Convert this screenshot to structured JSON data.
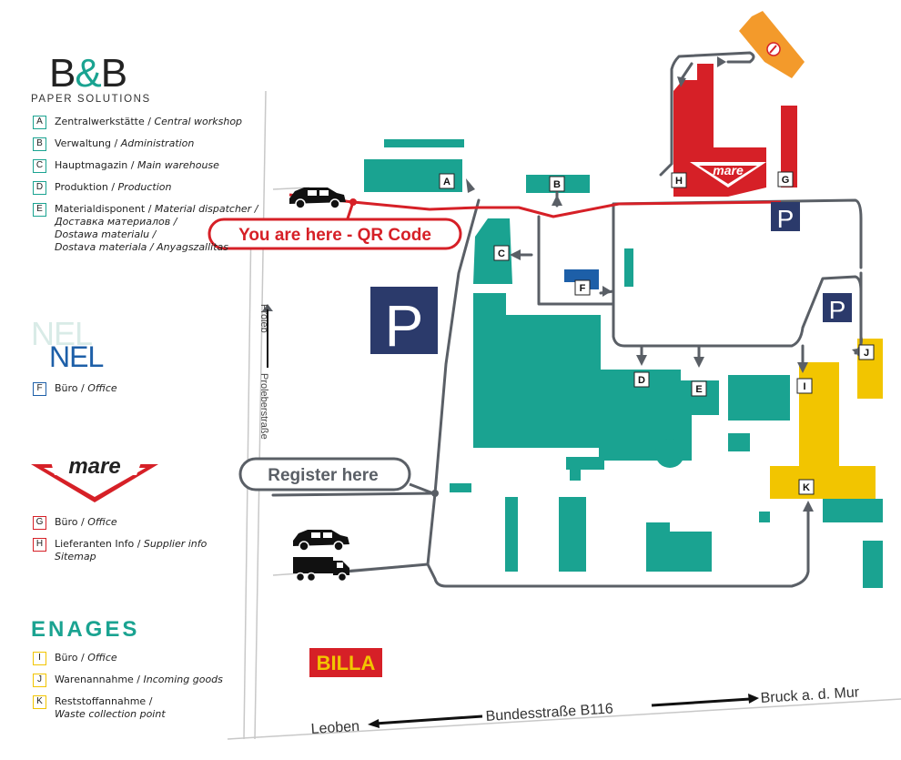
{
  "company": {
    "logo_main_left": "B",
    "logo_amp": "&",
    "logo_main_right": "B",
    "logo_sub": "PAPER SOLUTIONS"
  },
  "legend_bb": [
    {
      "key": "A",
      "text": "Zentralwerkstätte / ",
      "italic": "Central workshop"
    },
    {
      "key": "B",
      "text": "Verwaltung / ",
      "italic": "Administration"
    },
    {
      "key": "C",
      "text": "Hauptmagazin / ",
      "italic": "Main warehouse"
    },
    {
      "key": "D",
      "text": "Produktion / ",
      "italic": "Production"
    },
    {
      "key": "E",
      "text": "Materialdisponent / ",
      "italic": "Material dispatcher /",
      "lines": [
        "Доставка материалов /",
        "Dostawa materialu /",
        "Dostava materiala / Anyagszallitas"
      ]
    }
  ],
  "nel": {
    "ghost": "NEL",
    "logo": "NEL",
    "items": [
      {
        "key": "F",
        "text": "Büro / ",
        "italic": "Office"
      }
    ]
  },
  "mare": {
    "logo": "mare",
    "items": [
      {
        "key": "G",
        "text": "Büro / ",
        "italic": "Office"
      },
      {
        "key": "H",
        "text": "Lieferanten Info / ",
        "italic": "Supplier info",
        "line2": "Sitemap"
      }
    ]
  },
  "enages": {
    "logo": "ENAGES",
    "items": [
      {
        "key": "I",
        "text": "Büro / ",
        "italic": "Office"
      },
      {
        "key": "J",
        "text": "Warenannahme / ",
        "italic": "Incoming goods"
      },
      {
        "key": "K",
        "text": "Reststoffannahme / ",
        "italic": "",
        "line2": "Waste collection point"
      }
    ]
  },
  "map": {
    "you_are_here": "You are here - QR Code",
    "register_here": "Register here",
    "parking_label": "P",
    "billa": "BILLA",
    "street_proleb_short": "Proleb",
    "street_proleb": "Proleberstraße",
    "road_b116": "Bundesstraße B116",
    "road_left": "Leoben",
    "road_right": "Bruck a. d. Mur",
    "building_labels": [
      "A",
      "B",
      "C",
      "D",
      "E",
      "F",
      "G",
      "H",
      "I",
      "J",
      "K"
    ],
    "mare_map_logo": "mare"
  },
  "colors": {
    "teal": "#1aa391",
    "red": "#d62027",
    "navy": "#2b3a6b",
    "yellow": "#f2c500",
    "blue": "#1d5fa8",
    "orange": "#f39a2b",
    "road": "#5a5f66"
  }
}
